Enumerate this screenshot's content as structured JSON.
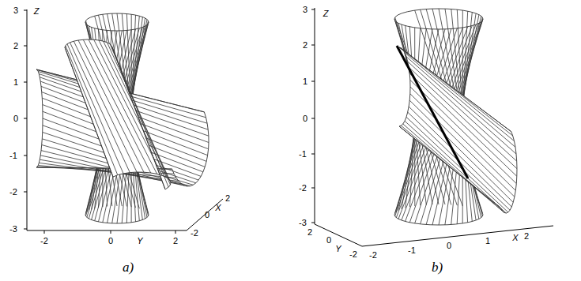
{
  "diagram": {
    "labels": [
      "3",
      "2",
      "1",
      "0",
      "-1",
      "-2",
      "-3",
      "Z",
      "-2",
      "0",
      "Y",
      "2",
      "2",
      "0",
      "X",
      "-2",
      "a)",
      "3",
      "Z",
      "2",
      "1",
      "0",
      "-1",
      "-2",
      "-3",
      "2",
      "0",
      "Y",
      "-2",
      "-2",
      "-1",
      "0",
      "1",
      "X",
      "2",
      "b)"
    ]
  }
}
